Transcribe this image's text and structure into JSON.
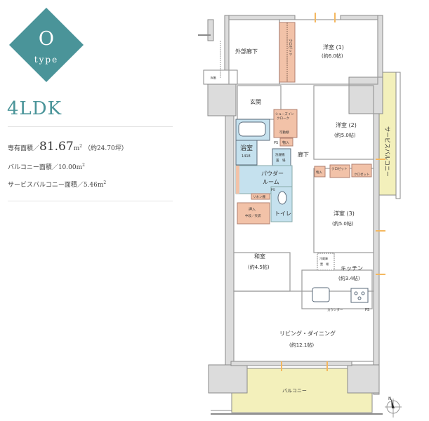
{
  "badge": {
    "letter": "O",
    "type": "type",
    "color": "#4a9499"
  },
  "plan_type": "4LDK",
  "specs": {
    "exclusive_area": {
      "label": "専有面積／",
      "value": "81.67",
      "unit": "m",
      "sup": "2",
      "tsubo": "（約24.70坪）"
    },
    "balcony_area": {
      "label": "バルコニー面積／",
      "value": "10.00m",
      "sup": "2"
    },
    "service_balcony_area": {
      "label": "サービスバルコニー面積／",
      "value": "5.46m",
      "sup": "2"
    }
  },
  "rooms": {
    "outer_corridor": "外部廊下",
    "mb": "MB",
    "closet_vertical": "クロゼット",
    "western1": {
      "name": "洋室 (1)",
      "size": "(約6.0帖)"
    },
    "entrance": "玄関",
    "shoes_in_cloak_1": "シューズイン",
    "shoes_in_cloak_2": "クローク",
    "movable_shelf": "可動棚",
    "ps1": "PS",
    "storage1": "物入",
    "bathroom": {
      "name": "浴室",
      "size": "1418"
    },
    "washer_1": "洗濯機",
    "washer_2": "置　場",
    "hallway": "廊下",
    "western2": {
      "name": "洋室 (2)",
      "size": "(約5.0帖)"
    },
    "storage2": "物入",
    "closet2a": "クロゼット",
    "closet2b": "クロゼット",
    "powder_room_1": "パウダー",
    "powder_room_2": "ルーム",
    "linen_shelf": "リネン棚",
    "ps2": "PS",
    "oshiire_1": "押入",
    "oshiire_2": "中段／天袋",
    "toilet": "トイレ",
    "western3": {
      "name": "洋室 (3)",
      "size": "(約5.0帖)"
    },
    "japanese": {
      "name": "和室",
      "size": "(約4.5帖)"
    },
    "fridge_1": "冷蔵庫",
    "fridge_2": "置　場",
    "kitchen": {
      "name": "キッチン",
      "size": "(約3.4帖)"
    },
    "counter": "カウンター",
    "ps3": "PS",
    "living_dining": {
      "name": "リビング・ダイニング",
      "size": "(約12.1帖)"
    },
    "balcony": "バルコニー",
    "service_balcony": "サービスバルコニー"
  },
  "compass": {
    "north": "N"
  },
  "colors": {
    "teal": "#4a9499",
    "closet_fill": "#f2c2a8",
    "bath_fill": "#c5e1ee",
    "balcony_fill": "#f3f0bb",
    "wall_fill": "#dcdcdc",
    "wall_stroke": "#8a8a8a"
  }
}
